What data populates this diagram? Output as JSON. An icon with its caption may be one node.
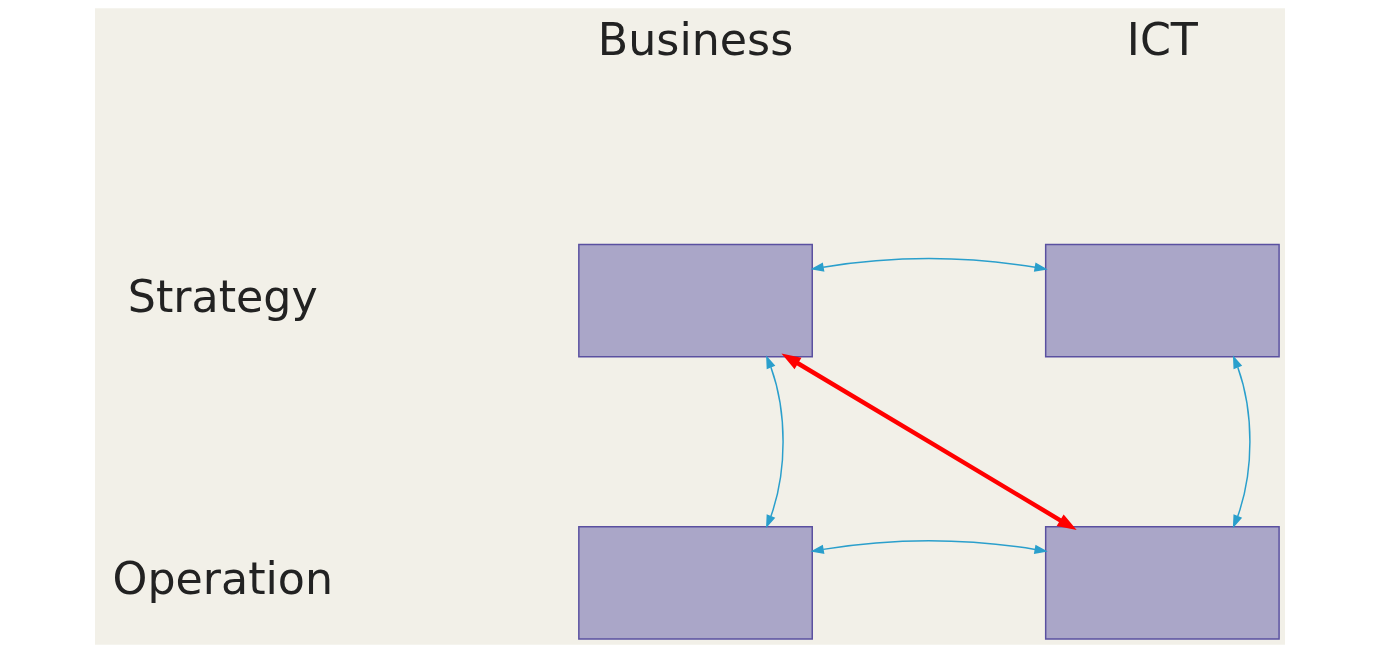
{
  "diagram": {
    "nodes": [
      {
        "text": [],
        "shape": "box"
      },
      {
        "text": [],
        "shape": "box"
      },
      {
        "text": [],
        "shape": "box"
      },
      {
        "text": [],
        "shape": "box"
      }
    ],
    "edges": [
      {
        "from": 0,
        "to": 1,
        "arrow": "both"
      },
      {
        "from": 0,
        "to": 2,
        "arrow": "both"
      },
      {
        "from": 1,
        "to": 3,
        "arrow": "both"
      },
      {
        "from": 0,
        "to": 3,
        "arrow": "both",
        "style": "thick",
        "color": "#ff0000"
      },
      {
        "from": 2,
        "to": 3,
        "arrow": "both"
      }
    ],
    "labels": [
      "Business",
      "ICT",
      "Strategy",
      "Operation"
    ]
  }
}
